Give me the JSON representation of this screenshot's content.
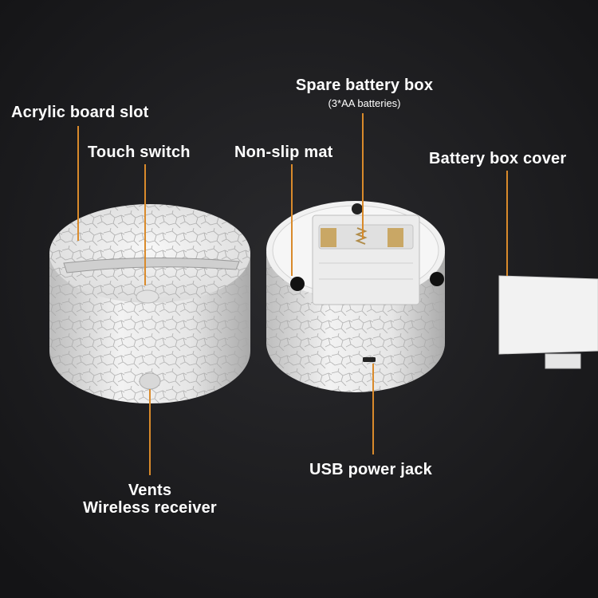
{
  "labels": {
    "acrylic_board_slot": "Acrylic board slot",
    "touch_switch": "Touch switch",
    "non_slip_mat": "Non-slip mat",
    "spare_battery_box": "Spare battery box",
    "spare_battery_box_note": "(3*AA batteries)",
    "battery_box_cover": "Battery box cover",
    "usb_power_jack": "USB power jack",
    "vents": "Vents",
    "wireless_receiver": "Wireless receiver"
  },
  "colors": {
    "background": "#1b1b1d",
    "leader_line": "#d98a2b",
    "label_text": "#ffffff",
    "base_body": "#e9e9e9"
  }
}
